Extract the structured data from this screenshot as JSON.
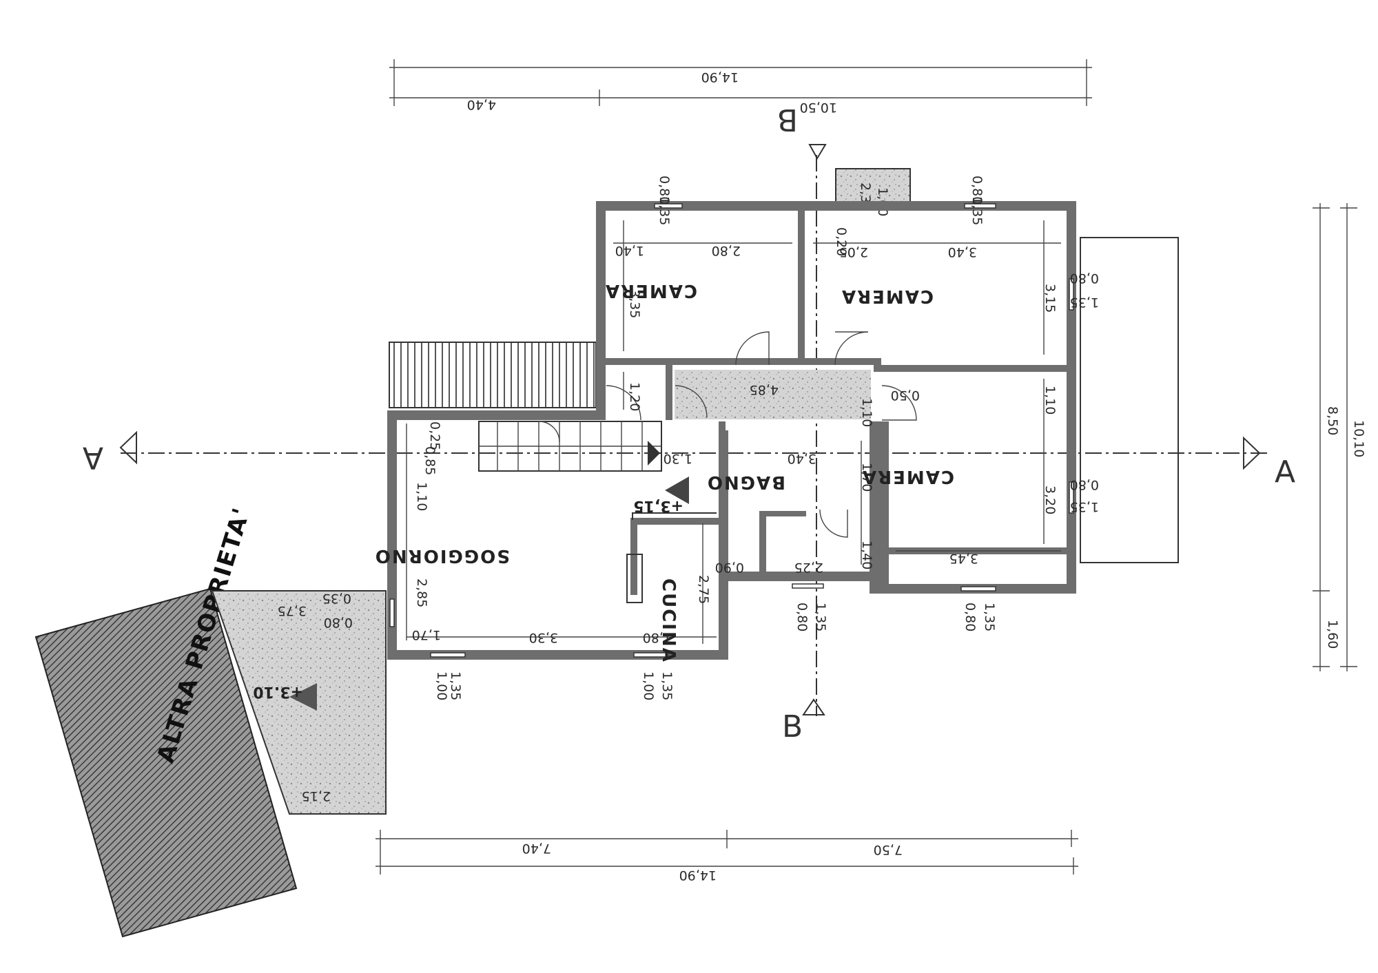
{
  "plan": {
    "other_property_label": "ALTRA PROPRIETA'",
    "section_labels": {
      "a_left": "A",
      "a_right": "A",
      "b_top": "B",
      "b_bottom": "B"
    },
    "levels": {
      "terrace": "+3.10",
      "living": "+3,15"
    },
    "rooms": {
      "soggiorno": "SOGGIORNO",
      "cucina": "CUCINA",
      "bagno": "BAGNO",
      "camera_top_left": "CAMERA",
      "camera_top_right": "CAMERA",
      "camera_bottom_right": "CAMERA"
    },
    "dims": {
      "top_total": "14,90",
      "top_left": "4,40",
      "top_right": "10,50",
      "bottom_total": "14,90",
      "bottom_left": "7,40",
      "bottom_right": "7,50",
      "right_outer": "10,10",
      "right_inner": "8,50",
      "right_lower": "1,60",
      "win_top1_a": "0,80",
      "win_top1_b": "1,35",
      "chimney_a": "1,00",
      "chimney_b": "2,35",
      "win_top2_a": "0,80",
      "win_top2_b": "1,35",
      "cam1_w1": "1,40",
      "cam1_w2": "2,80",
      "cam1_h": "3,35",
      "wall_020": "0,20",
      "cam2_w1": "2,05",
      "cam2_w2": "3,40",
      "cam2_h": "3,15",
      "win_r1_a": "0,80",
      "win_r1_b": "1,35",
      "corr_len": "4,85",
      "corr_110a": "1,10",
      "corr_120": "1,20",
      "door_050": "0,50",
      "corr_110b": "1,10",
      "stair_025": "0,25",
      "stair_085": "0,85",
      "stair_130": "1,30",
      "bagno_340": "3,40",
      "bagno_170": "1,70",
      "cam3_h": "3,20",
      "cam3_w": "3,45",
      "win_r2_a": "0,80",
      "win_r2_b": "1,35",
      "liv_110": "1,10",
      "liv_285": "2,85",
      "cuc_275": "2,75",
      "bagno_140": "1,40",
      "bagno_225": "2,25",
      "bagno_090": "0,90",
      "win_b1_a": "0,80",
      "win_b1_b": "1,35",
      "win_b2_a": "0,80",
      "win_b2_b": "1,35",
      "ter_375": "3,75",
      "ter_035": "0,35",
      "ter_080": "0,80",
      "liv_170": "1,70",
      "liv_330": "3,30",
      "liv_180": "1,80",
      "win_b3_a": "1,00",
      "win_b3_b": "1,35",
      "win_b4_a": "1,00",
      "win_b4_b": "1,35",
      "ter_215": "2,15"
    },
    "colors": {
      "wall": "#6e6e6e",
      "hatch": "#555555",
      "speckle": "#cfcfcf"
    }
  }
}
